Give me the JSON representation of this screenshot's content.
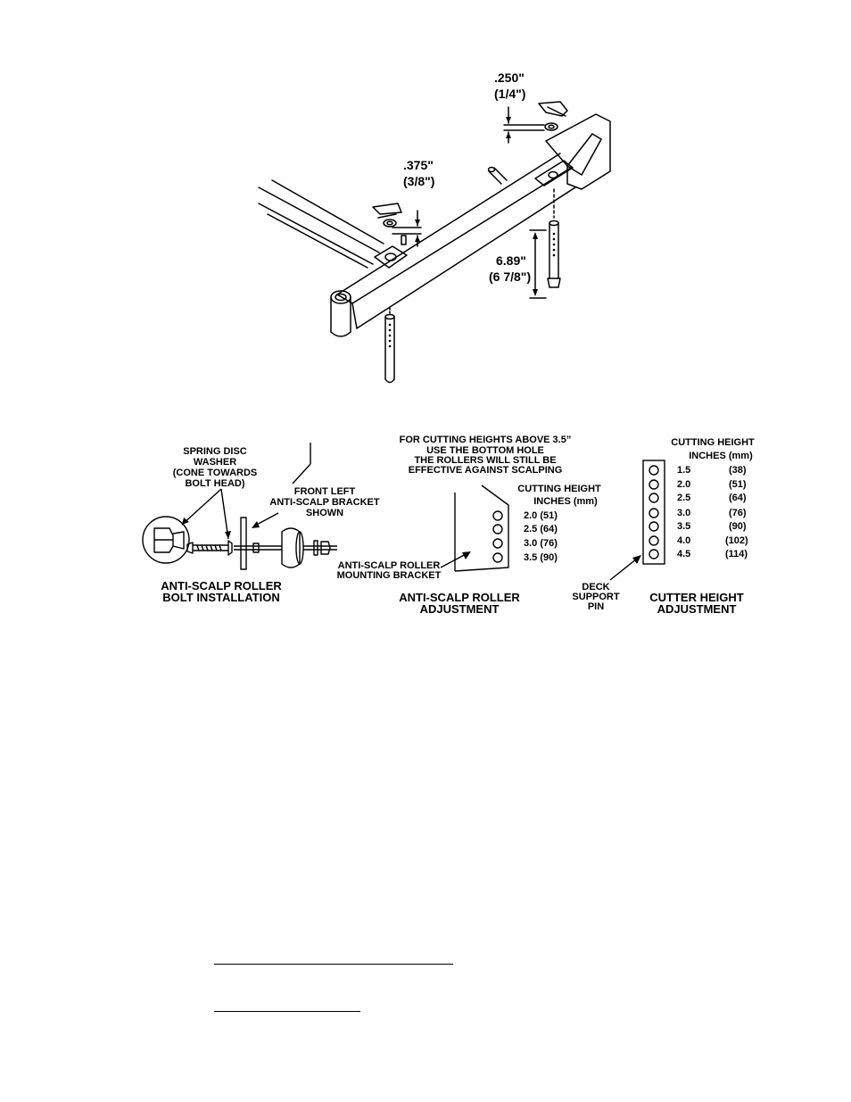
{
  "top_diagram": {
    "dim_quarter": {
      "value": ".250\"",
      "fraction": "(1/4\")"
    },
    "dim_three_eighths": {
      "value": ".375\"",
      "fraction": "(3/8\")"
    },
    "dim_pin": {
      "value": "6.89\"",
      "fraction": "(6 7/8\")"
    }
  },
  "bolt_install": {
    "washer_label": [
      "SPRING DISC",
      "WASHER",
      "(CONE TOWARDS",
      "BOLT HEAD)"
    ],
    "bracket_label": [
      "FRONT LEFT",
      "ANTI-SCALP BRACKET",
      "SHOWN"
    ],
    "caption": [
      "ANTI-SCALP ROLLER",
      "BOLT INSTALLATION"
    ]
  },
  "roller_adjust": {
    "note": [
      "FOR CUTTING HEIGHTS ABOVE 3.5”",
      "USE THE BOTTOM HOLE",
      "THE ROLLERS WILL STILL BE",
      "EFFECTIVE AGAINST SCALPING"
    ],
    "header": [
      "CUTTING HEIGHT",
      "INCHES (mm)"
    ],
    "rows": [
      "2.0 (51)",
      "2.5 (64)",
      "3.0 (76)",
      "3.5 (90)"
    ],
    "bracket_label": [
      "ANTI-SCALP ROLLER",
      "MOUNTING BRACKET"
    ],
    "caption": [
      "ANTI-SCALP ROLLER",
      "ADJUSTMENT"
    ]
  },
  "cutter_adjust": {
    "header": [
      "CUTTING HEIGHT",
      "INCHES (mm)"
    ],
    "rows": [
      {
        "inches": "1.5",
        "mm": "(38)"
      },
      {
        "inches": "2.0",
        "mm": "(51)"
      },
      {
        "inches": "2.5",
        "mm": "(64)"
      },
      {
        "inches": "3.0",
        "mm": "(76)"
      },
      {
        "inches": "3.5",
        "mm": "(90)"
      },
      {
        "inches": "4.0",
        "mm": "(102)"
      },
      {
        "inches": "4.5",
        "mm": "(114)"
      }
    ],
    "pin_label": [
      "DECK",
      "SUPPORT",
      "PIN"
    ],
    "caption": [
      "CUTTER HEIGHT",
      "ADJUSTMENT"
    ]
  }
}
